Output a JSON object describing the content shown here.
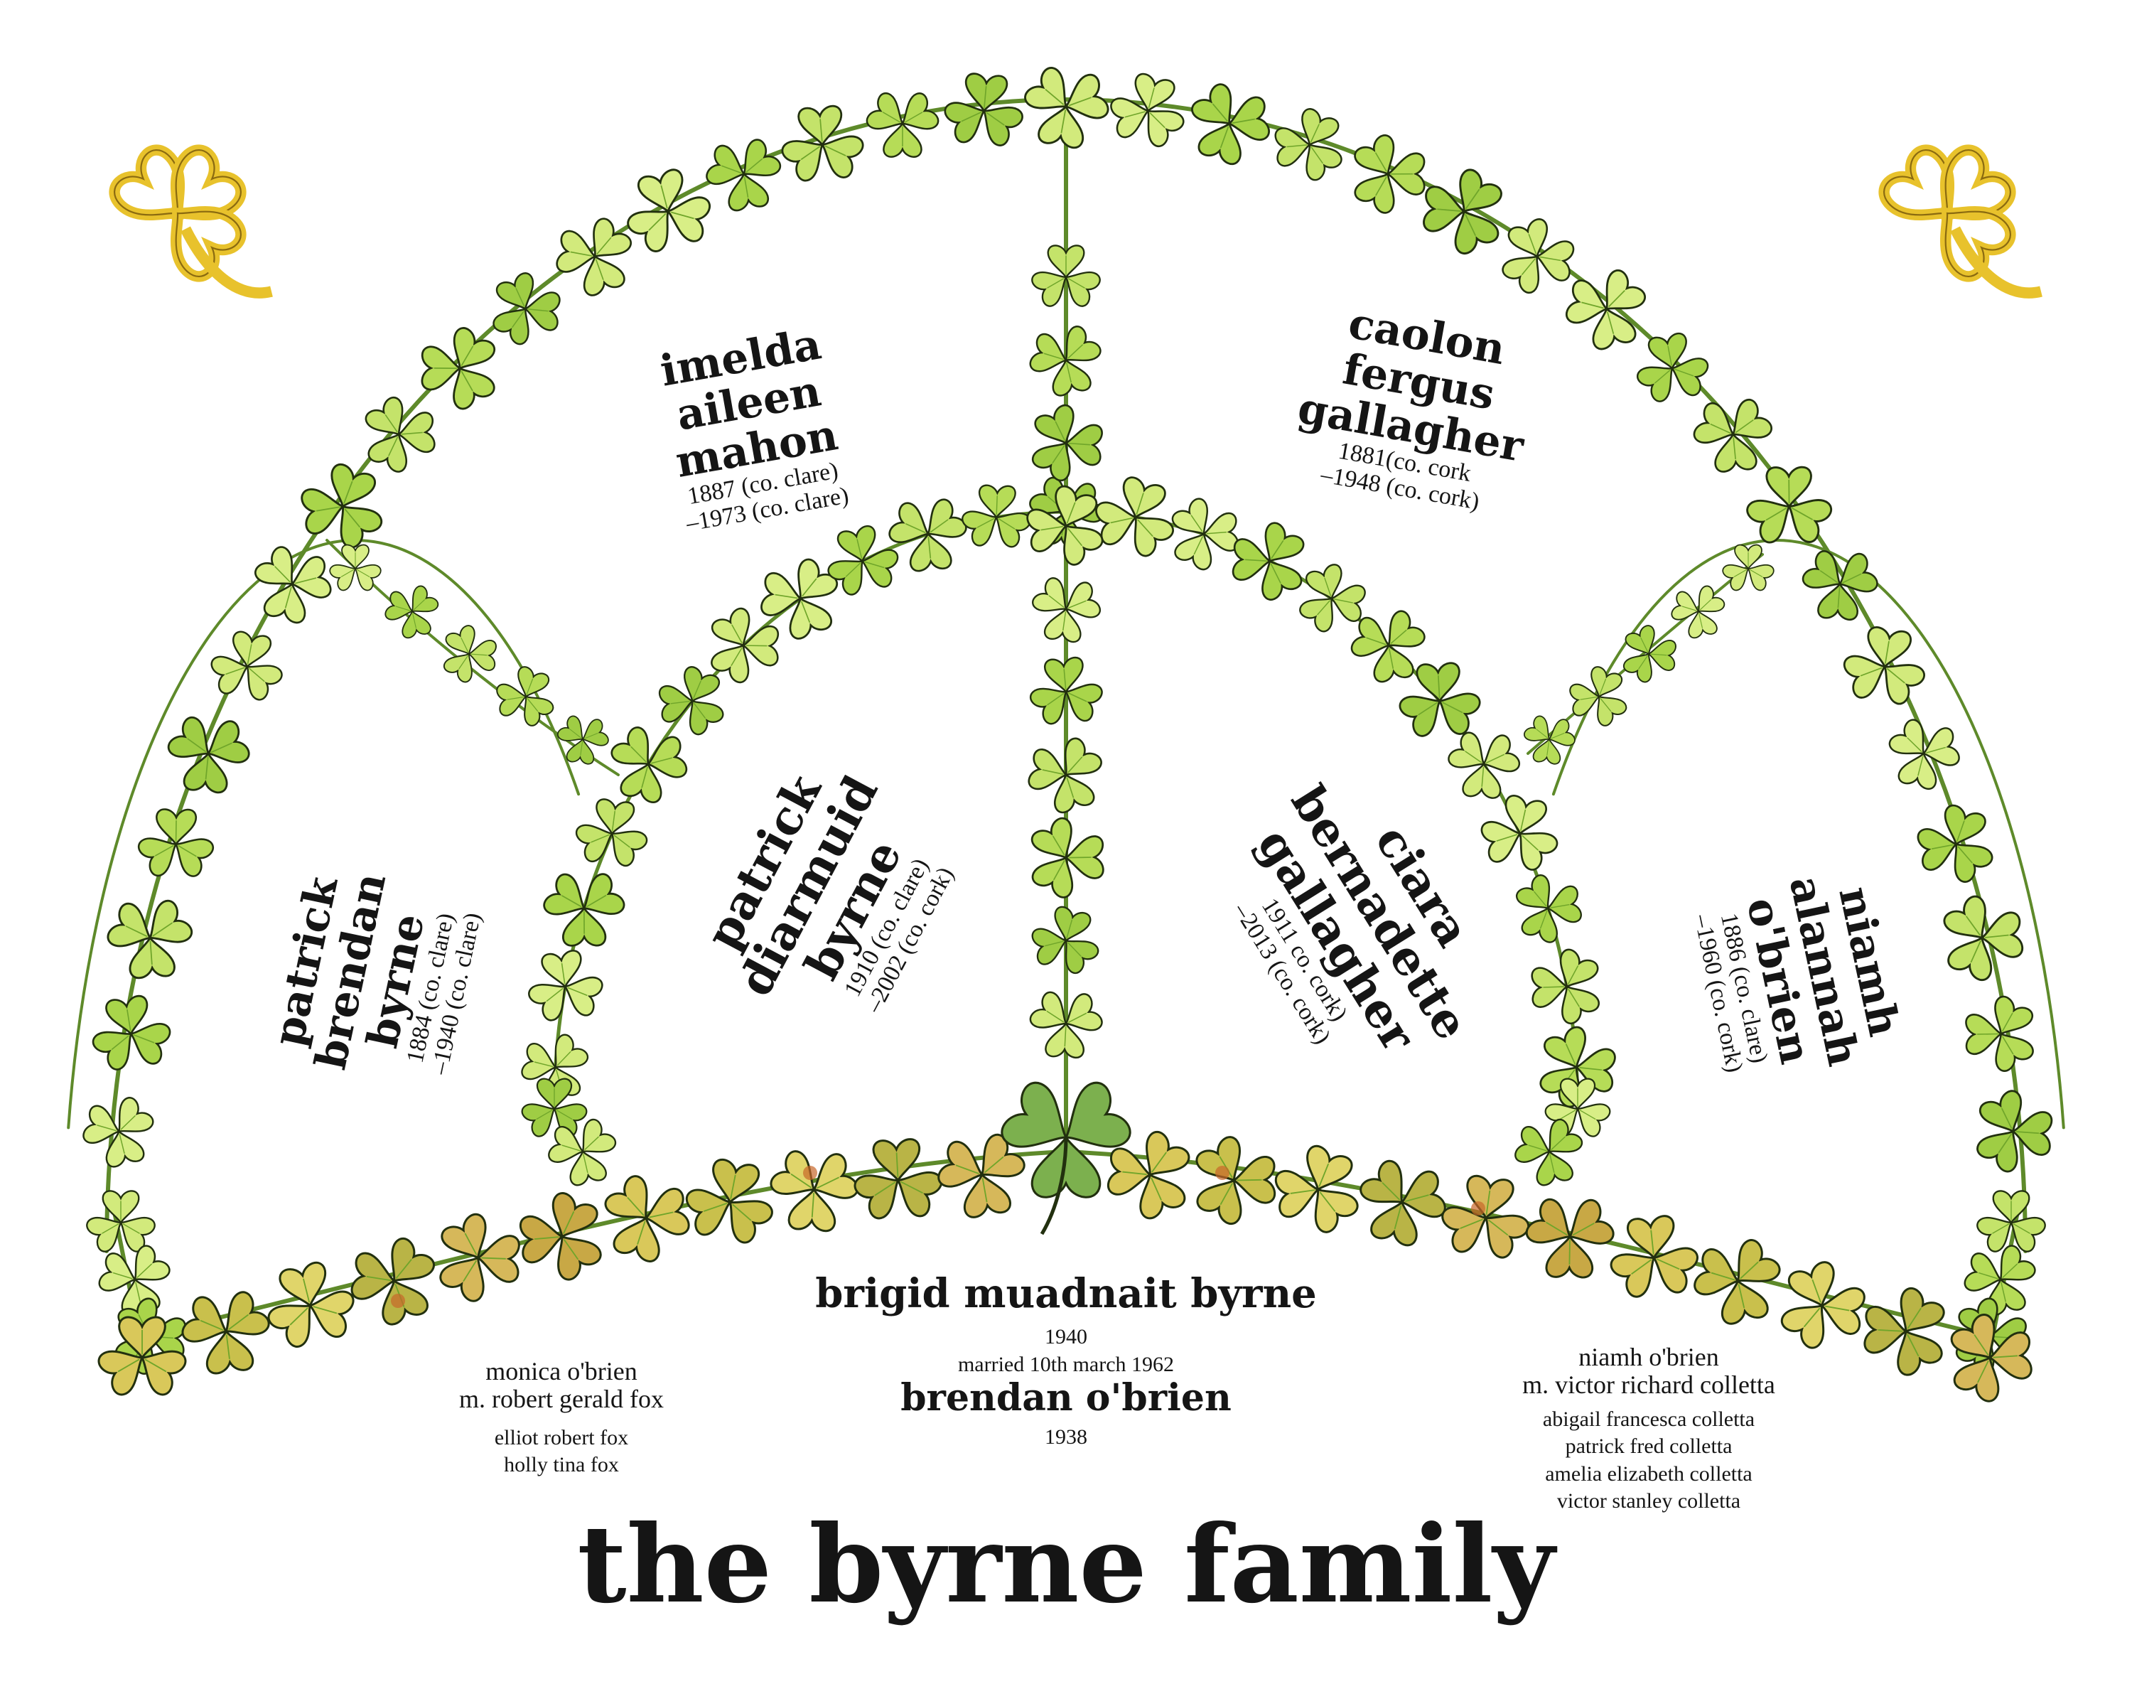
{
  "title": "the byrne family",
  "colors": {
    "leaf_light": "#d8ee86",
    "leaf_mid": "#a9d54a",
    "leaf_dark": "#6fa52a",
    "leaf_outline": "#22300f",
    "stem": "#5e8a2a",
    "gold": "#e8c22c",
    "gold_outline": "#8a6a10",
    "rust": "#c7662a",
    "bg": "#ffffff"
  },
  "ornaments": {
    "corner_left_icon": "celtic-knot-shamrock-icon",
    "corner_right_icon": "celtic-knot-shamrock-icon",
    "center_leaf_icon": "shamrock-icon"
  },
  "ancestors": {
    "imelda": {
      "lines": [
        "imelda",
        "aileen",
        "mahon"
      ],
      "dates": [
        "1887 (co. clare)",
        "–1973 (co. clare)"
      ]
    },
    "caolon": {
      "lines": [
        "caolon",
        "fergus",
        "gallagher"
      ],
      "dates": [
        "1881(co. cork",
        "–1948 (co. cork)"
      ]
    },
    "patrick_b": {
      "lines": [
        "patrick",
        "brendan",
        "byrne"
      ],
      "dates": [
        "1884 (co. clare)",
        "–1940 (co. clare)"
      ]
    },
    "patrick_d": {
      "lines": [
        "patrick",
        "diarmuid",
        "byrne"
      ],
      "dates": [
        "1910 (co. clare)",
        "–2002 (co. cork)"
      ]
    },
    "ciara": {
      "lines": [
        "ciara",
        "bernadette",
        "gallagher"
      ],
      "dates": [
        "1911 co. cork)",
        "–2013 (co. cork)"
      ]
    },
    "niamh_a": {
      "lines": [
        "niamh",
        "alannah",
        "o'brien"
      ],
      "dates": [
        "1886 (co. clare)",
        "–1960 (co. cork)"
      ]
    }
  },
  "center": {
    "name": "brigid muadnait byrne",
    "born": "1940",
    "married": "married 10th march 1962",
    "spouse": "brendan o'brien",
    "spouse_born": "1938"
  },
  "left_family": {
    "line1": "monica o'brien",
    "line2": "m. robert gerald fox",
    "children": [
      "elliot robert fox",
      "holly tina fox"
    ]
  },
  "right_family": {
    "line1": "niamh o'brien",
    "line2": "m. victor richard colletta",
    "children": [
      "abigail francesca colletta",
      "patrick fred colletta",
      "amelia elizabeth colletta",
      "victor stanley colletta"
    ]
  }
}
